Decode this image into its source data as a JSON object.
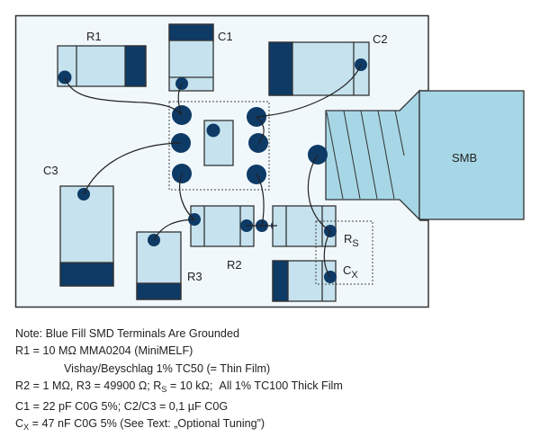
{
  "colors": {
    "board_fill": "#f1f8fc",
    "board_stroke": "#333333",
    "component_fill": "#c5e2ee",
    "terminal_dark": "#0e3a66",
    "connector_fill": "#a7d7e6",
    "outline": "#333333",
    "text": "#222222"
  },
  "labels": {
    "r1": "R1",
    "c1": "C1",
    "c2": "C2",
    "c3": "C3",
    "r2": "R2",
    "r3": "R3",
    "rs_main": "R",
    "rs_sub": "S",
    "cx_main": "C",
    "cx_sub": "X",
    "smb": "SMB"
  },
  "notes": {
    "line1": "Note: Blue Fill SMD Terminals Are Grounded",
    "line2": "R1 = 10 MΩ MMA0204 (MiniMELF)",
    "line3": "Vishay/Beyschlag 1% TC50 (= Thin Film)",
    "line4a": "R2 = 1 MΩ, R3 = 49900 Ω; R",
    "line4sub": "S",
    "line4b": " = 10 kΩ;  All 1% TC100 Thick Film",
    "line5": "C1 = 22 pF C0G 5%; C2/C3 = 0,1 µF C0G",
    "line6a": "C",
    "line6sub": "X",
    "line6b": " = 47 nF C0G 5% (See Text: „Optional Tuning”)"
  }
}
